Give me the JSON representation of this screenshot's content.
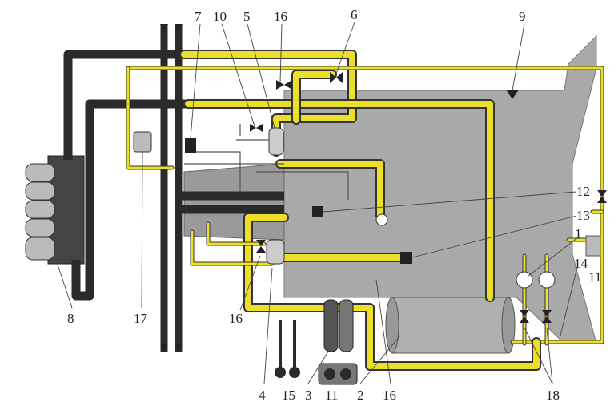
{
  "diagram": {
    "labels": {
      "l1": "1",
      "l2": "2",
      "l3": "3",
      "l4": "4",
      "l5": "5",
      "l6": "6",
      "l7": "7",
      "l8": "8",
      "l9": "9",
      "l10": "10",
      "l11a": "11",
      "l11b": "11",
      "l12": "12",
      "l13": "13",
      "l14": "14",
      "l15": "15",
      "l16a": "16",
      "l16b": "16",
      "l16c": "16",
      "l17": "17",
      "l18": "18"
    },
    "colors": {
      "pipe_yellow": "#ecdf2a",
      "pipe_black": "#2a2a2a",
      "block_gray": "#a9a9a9"
    }
  }
}
